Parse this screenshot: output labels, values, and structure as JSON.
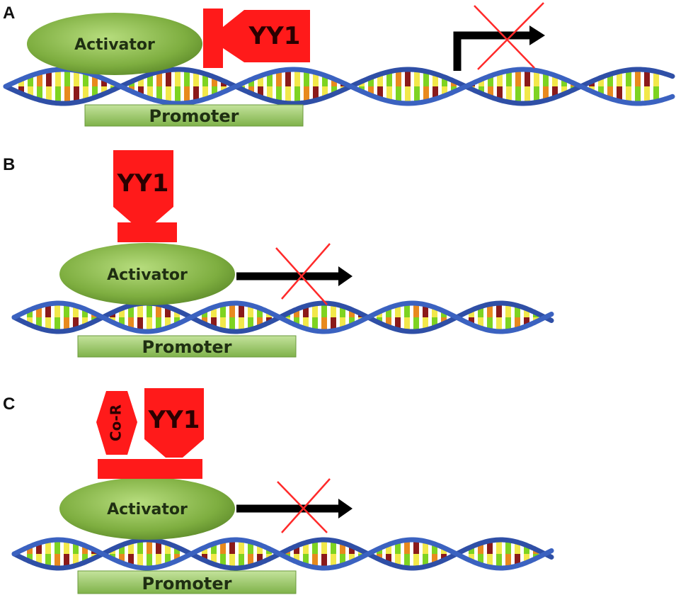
{
  "panels": [
    {
      "letter": "A",
      "activator": "Activator",
      "yy1": "YY1",
      "promoter": "Promoter"
    },
    {
      "letter": "B",
      "activator": "Activator",
      "yy1": "YY1",
      "promoter": "Promoter"
    },
    {
      "letter": "C",
      "activator": "Activator",
      "yy1": "YY1",
      "corepressor": "Co-R",
      "promoter": "Promoter"
    }
  ],
  "colors": {
    "activator": "#86b94a",
    "yy1": "#ff1a1a",
    "promoter": "#9ccc6a",
    "dna": "#2f4fa6",
    "cross": "#ff2a2a",
    "arrow": "#000000"
  }
}
